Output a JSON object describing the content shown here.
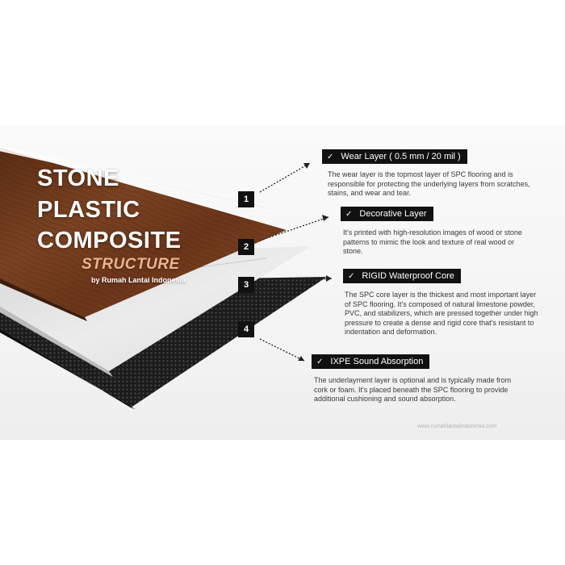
{
  "heading": {
    "line1": "STONE",
    "line2": "PLASTIC",
    "line3": "COMPOSITE",
    "line4": "STRUCTURE",
    "byline": "by Rumah Lantai Indonesia"
  },
  "layers": [
    {
      "number": "1",
      "label": "Wear Layer ( 0.5 mm / 20 mil )",
      "description": "The wear layer is the topmost layer of SPC flooring and is responsible for protecting the underlying layers from scratches, stains, and wear and tear."
    },
    {
      "number": "2",
      "label": "Decorative Layer",
      "description": "It's printed with high-resolution images of wood or stone patterns to mimic the look and texture of real wood or stone."
    },
    {
      "number": "3",
      "label": "RIGID Waterproof Core",
      "description": "The SPC core layer is the thickest and most important layer of SPC flooring. It's composed of natural limestone powder, PVC, and stabilizers, which are pressed together under high pressure to create a dense and rigid core that's resistant to indentation and deformation."
    },
    {
      "number": "4",
      "label": "IXPE Sound Absorption",
      "description": "The underlayment layer is optional and is typically made from cork or foam. It's placed beneath the SPC flooring to provide additional cushioning and sound absorption."
    }
  ],
  "website": "www.rumahlantaiindonesia.com",
  "icons": {
    "check": "check-icon"
  },
  "colors": {
    "label_bg": "#111111",
    "accent": "#e9b48f",
    "wood": "#6b3a1f"
  }
}
